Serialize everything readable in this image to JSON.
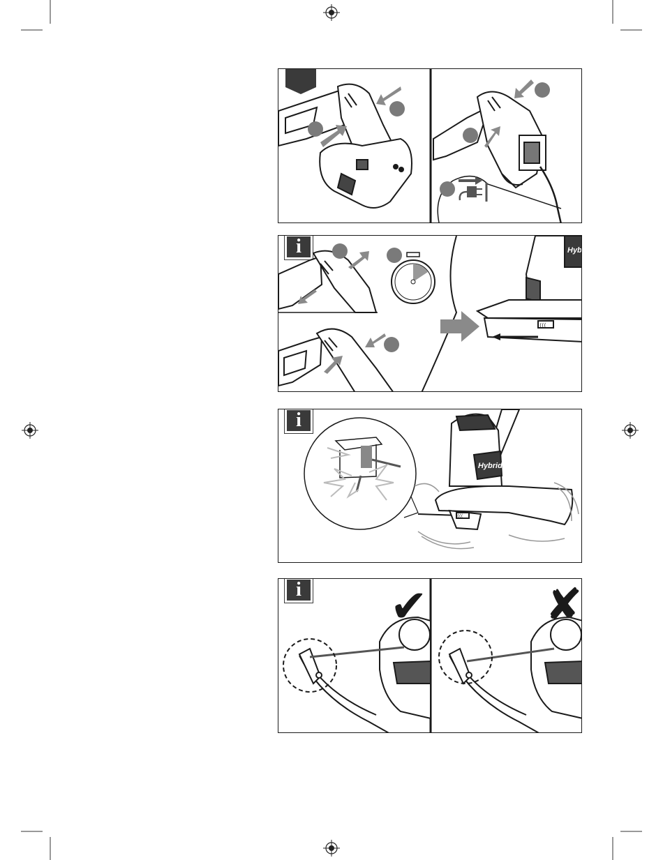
{
  "panels": {
    "p2": {
      "info_label": "i",
      "hybrid_label": "Hyb"
    },
    "p3": {
      "info_label": "i",
      "hybrid_label": "Hybrid"
    },
    "p4": {
      "info_label": "i",
      "check_symbol": "✔",
      "cross_symbol": "✘"
    }
  },
  "icons": {
    "registration_mark": "crosshair-registration-icon",
    "timer": "stopwatch-icon",
    "plug": "power-plug-icon"
  },
  "colors": {
    "line": "#1a1a1a",
    "badge": "#3a3a3a",
    "arrow_gray": "#8a8a8a",
    "step_circle": "#7a7a7a"
  }
}
